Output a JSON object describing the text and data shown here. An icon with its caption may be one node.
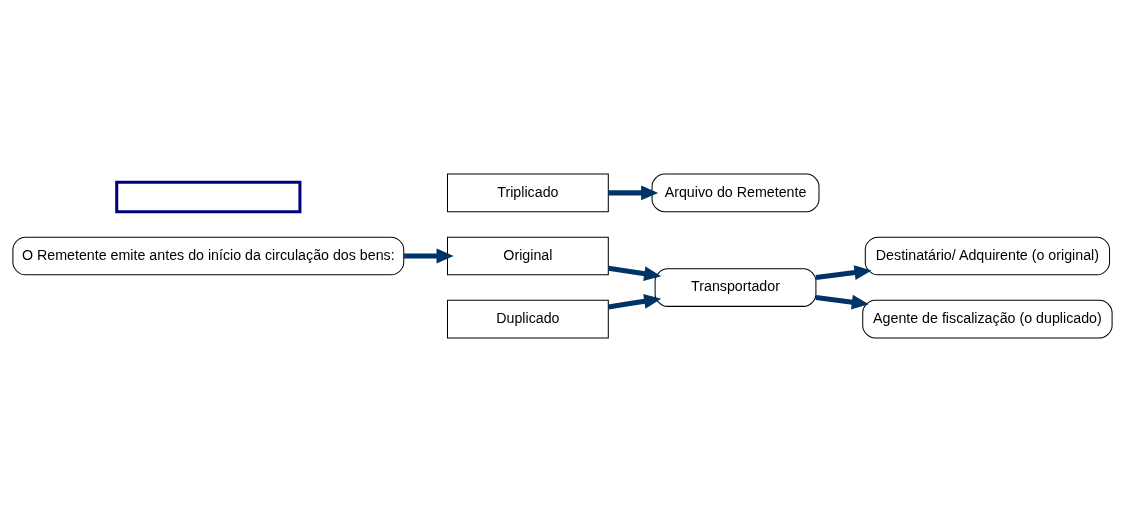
{
  "diagram": {
    "nodes": [
      {
        "text": [
          "O Remetente emite antes do início da circulação dos bens:"
        ]
      },
      {
        "text": [
          "Original"
        ]
      },
      {
        "text": [
          "Duplicado"
        ]
      },
      {
        "text": [
          "Triplicado"
        ]
      },
      {
        "text": [
          "Transportador"
        ]
      },
      {
        "text": [
          "Destinatário/ Adquirente (o original)"
        ]
      },
      {
        "text": [
          "Agente de fiscalização (o duplicado)"
        ]
      },
      {
        "text": [
          "Arquivo do Remetente"
        ]
      },
      {
        "text": [],
        "shape": "box"
      }
    ],
    "edges": [
      {
        "from": 0,
        "to": 1,
        "arrow": "to"
      },
      {
        "from": 1,
        "to": 4,
        "arrow": "to"
      },
      {
        "from": 2,
        "to": 4,
        "arrow": "to"
      },
      {
        "from": 4,
        "to": 5,
        "arrow": "to"
      },
      {
        "from": 4,
        "to": 6,
        "arrow": "to"
      },
      {
        "from": 3,
        "to": 7,
        "arrow": "to"
      }
    ]
  }
}
